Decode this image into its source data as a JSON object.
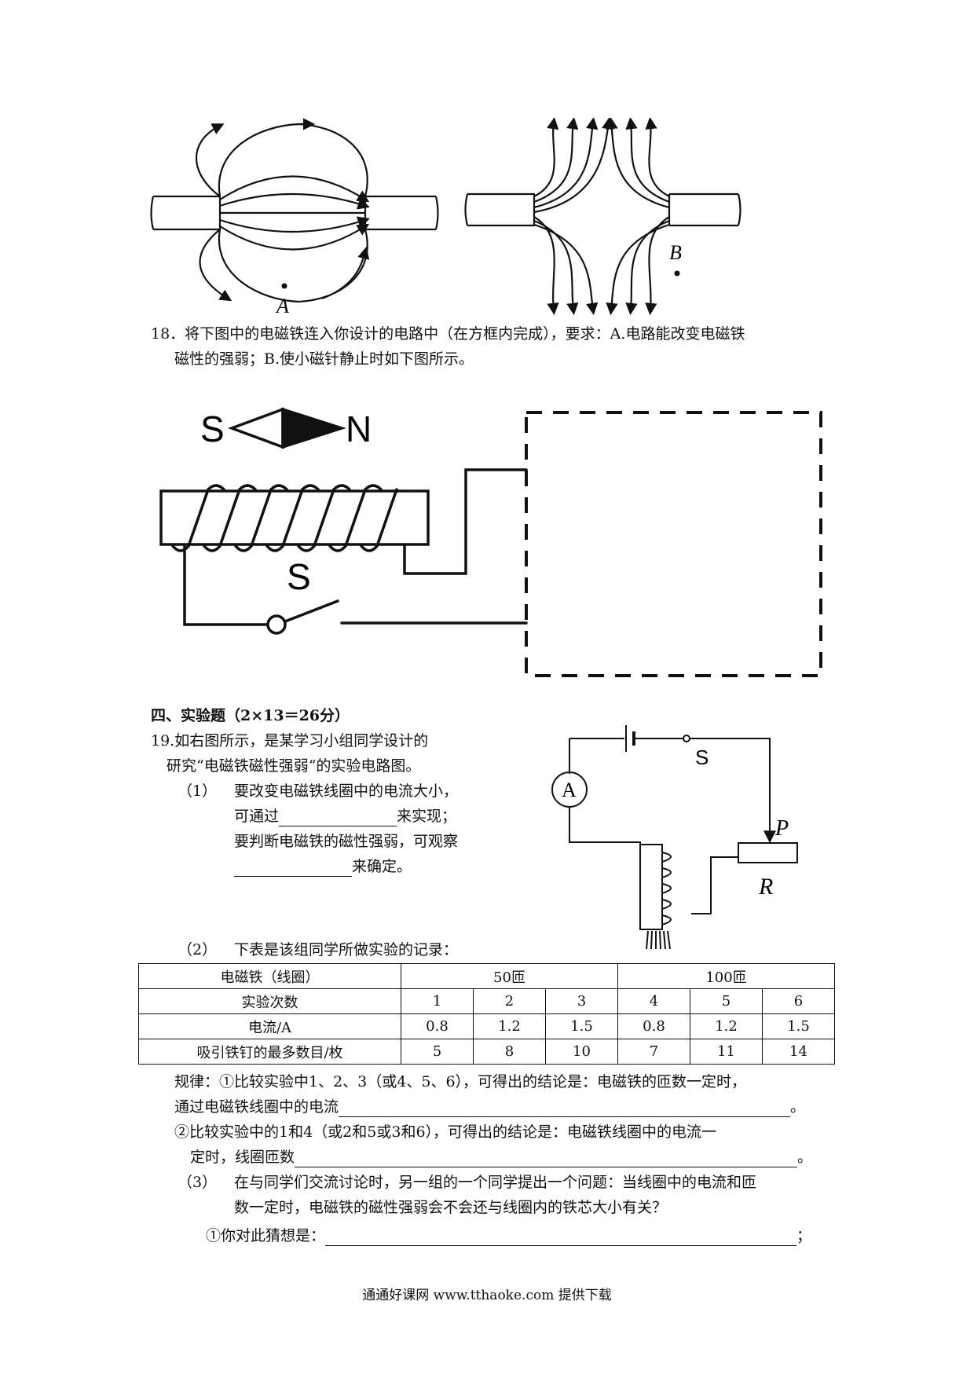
{
  "figure_top": {
    "label_A": "A",
    "label_B": "B"
  },
  "q18": {
    "line1": "18．将下图中的电磁铁连入你设计的电路中（在方框内完成），要求：A.电路能改变电磁铁",
    "line2": "磁性的强弱；B.使小磁针静止时如下图所示。",
    "needle_S": "S",
    "needle_N": "N",
    "switch_label": "S"
  },
  "section4": {
    "heading": "四、实验题（2×13＝26分）"
  },
  "q19": {
    "line1": "19.如右图所示，是某学习小组同学设计的",
    "line2": "研究“电磁铁磁性强弱“的实验电路图。",
    "p1_num": "（1）",
    "p1_a": "要改变电磁铁线圈中的电流大小，",
    "p1_b_pre": "可通过",
    "p1_b_post": "来实现；",
    "p1_c": "要判断电磁铁的磁性强弱，可观察",
    "p1_d_post": "来确定。",
    "circuit": {
      "ammeter": "A",
      "switch": "S",
      "slider": "P",
      "resistor": "R"
    },
    "p2_num": "（2）",
    "p2_text": "下表是该组同学所做实验的记录：",
    "table": {
      "col0": [
        "电磁铁（线圈）",
        "实验次数",
        "电流/A",
        "吸引铁钉的最多数目/枚"
      ],
      "group1": "50匝",
      "group2": "100匝",
      "trials": [
        "1",
        "2",
        "3",
        "4",
        "5",
        "6"
      ],
      "current": [
        "0.8",
        "1.2",
        "1.5",
        "0.8",
        "1.2",
        "1.5"
      ],
      "nails": [
        "5",
        "8",
        "10",
        "7",
        "11",
        "14"
      ]
    },
    "rule1_a": "规律：①比较实验中1、2、3（或4、5、6），可得出的结论是：电磁铁的匝数一定时，",
    "rule1_b": "通过电磁铁线圈中的电流",
    "rule2_a": "②比较实验中的1和4（或2和5或3和6），可得出的结论是：电磁铁线圈中的电流一",
    "rule2_b": "定时，线圈匝数",
    "period": "。",
    "p3_num": "（3）",
    "p3_a": "在与同学们交流讨论时，另一组的一个同学提出一个问题：当线圈中的电流和匝",
    "p3_b": "数一定时，电磁铁的磁性强弱会不会还与线圈内的铁芯大小有关？",
    "p3_c": "①你对此猜想是：",
    "semicolon": "；"
  },
  "footer": "通通好课网  www.tthaoke.com  提供下载"
}
